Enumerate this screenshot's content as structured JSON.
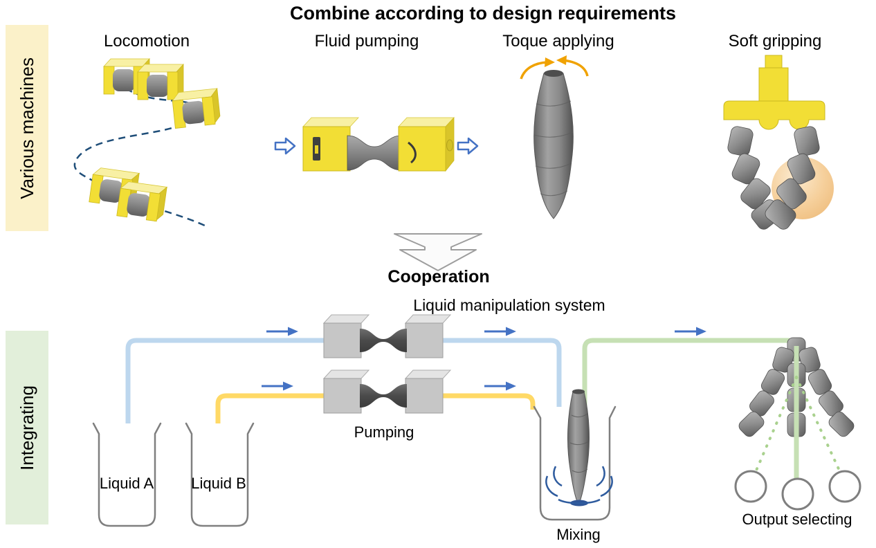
{
  "title": "Combine according to design requirements",
  "sections": {
    "various_machines": "Various machines",
    "integrating": "Integrating"
  },
  "machines": [
    {
      "label": "Locomotion"
    },
    {
      "label": "Fluid pumping"
    },
    {
      "label": "Toque applying"
    },
    {
      "label": "Soft gripping"
    }
  ],
  "cooperation": "Cooperation",
  "system": {
    "title": "Liquid manipulation system",
    "beakers": [
      {
        "label": "Liquid A"
      },
      {
        "label": "Liquid B"
      }
    ],
    "pumping_label": "Pumping",
    "mixing_label": "Mixing",
    "output_label": "Output selecting"
  },
  "colors": {
    "various_machines_bg": "#FBF1C9",
    "integrating_bg": "#E2EFDA",
    "machine_yellow": "#F2DE35",
    "tube_blue": "#BDD7EE",
    "tube_yellow": "#FFD966",
    "tube_green": "#C6E0B4",
    "flow_arrow_blue": "#4472C4",
    "rotation_arrow_orange": "#F0A202",
    "ball_orange": "#F5CD96"
  }
}
